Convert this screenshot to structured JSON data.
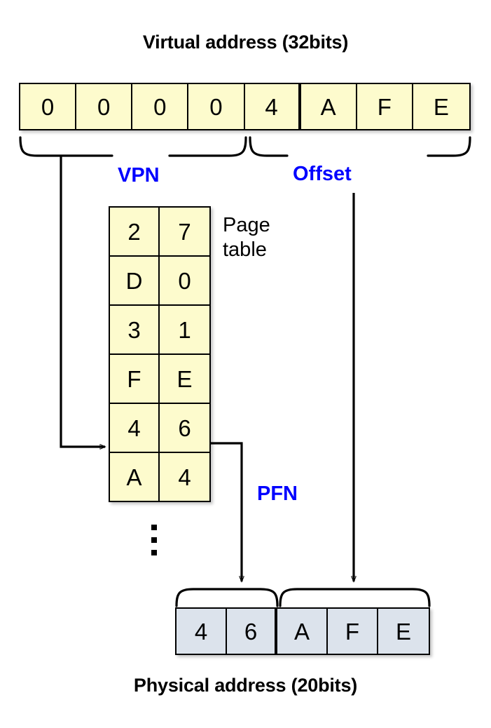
{
  "titles": {
    "virtual_address": "Virtual address (32bits)",
    "physical_address": "Physical address (20bits)"
  },
  "virtual_address": {
    "digits": [
      "0",
      "0",
      "0",
      "0",
      "4",
      "A",
      "F",
      "E"
    ],
    "vpn_digits": [
      "0",
      "0",
      "0",
      "0",
      "4"
    ],
    "offset_digits": [
      "A",
      "F",
      "E"
    ],
    "vpn_label": "VPN",
    "offset_label": "Offset",
    "bits": 32
  },
  "page_table": {
    "label_line1": "Page",
    "label_line2": "table",
    "entries": [
      [
        "2",
        "7"
      ],
      [
        "D",
        "0"
      ],
      [
        "3",
        "1"
      ],
      [
        "F",
        "E"
      ],
      [
        "4",
        "6"
      ],
      [
        "A",
        "4"
      ]
    ],
    "selected_row_index": 4,
    "continues_ellipsis": "⋮"
  },
  "pfn": {
    "label": "PFN",
    "digits": [
      "4",
      "6"
    ]
  },
  "physical_address": {
    "digits": [
      "4",
      "6",
      "A",
      "F",
      "E"
    ],
    "pfn_digits": [
      "4",
      "6"
    ],
    "offset_digits": [
      "A",
      "F",
      "E"
    ],
    "bits": 20
  },
  "colors": {
    "virtual_cell_fill": "#fdfbcd",
    "page_table_fill": "#fdfbcd",
    "physical_cell_fill": "#dce3ec",
    "label_accent": "#0000ff",
    "stroke": "#000000",
    "background": "#ffffff"
  }
}
